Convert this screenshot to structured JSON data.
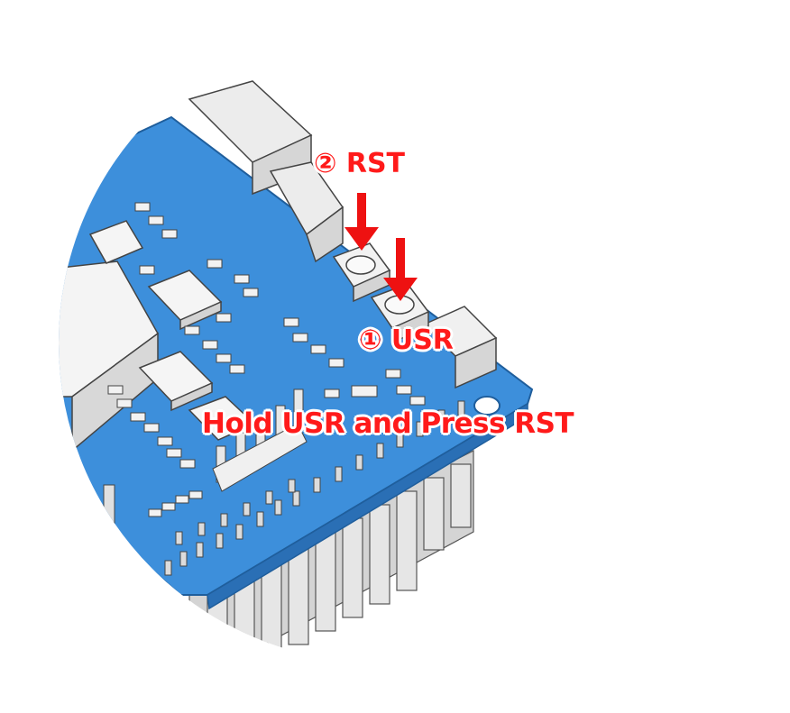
{
  "labels": {
    "rst": "② RST",
    "usr": "① USR",
    "instruction": "Hold USR and Press RST"
  },
  "colors": {
    "board": "#3d8fdb",
    "board_edge": "#2a6fb5",
    "annotation": "#ff1a1a",
    "component": "#f2f2f2",
    "header_pin": "#cfcfcf"
  }
}
